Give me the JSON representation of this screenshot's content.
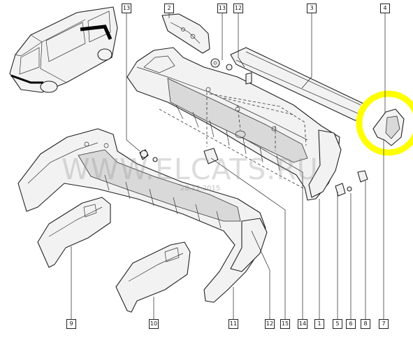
{
  "watermark": {
    "text": "WWW.ELCATS.RU",
    "date": "28.12.2015"
  },
  "callouts": {
    "c13a": "13",
    "c2": "2",
    "c13b": "13",
    "c12a": "12",
    "c3": "3",
    "c4": "4",
    "c9": "9",
    "c10": "10",
    "c11": "11",
    "c12b": "12",
    "c15": "15",
    "c14": "14",
    "c1": "1",
    "c5": "5",
    "c6": "6",
    "c8": "8",
    "c7": "7"
  },
  "colors": {
    "highlight": "#ffff00",
    "line": "#222222",
    "part_fill": "#f2f2f2"
  }
}
